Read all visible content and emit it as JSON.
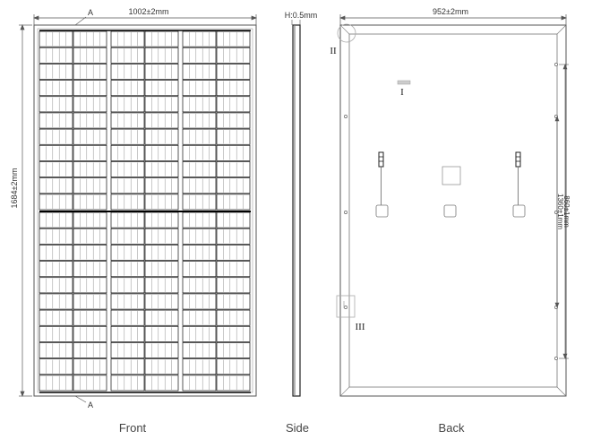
{
  "views": {
    "front": {
      "label": "Front",
      "width_dim": "1002±2mm",
      "height_dim": "1684±2mm",
      "section_mark": "A"
    },
    "side": {
      "label": "Side",
      "thickness_dim": "H:0.5mm"
    },
    "back": {
      "label": "Back",
      "width_dim": "952±2mm",
      "mount_dim_1": "1360±1mm",
      "mount_dim_2": "860±1mm",
      "markers": [
        "II",
        "I",
        "III"
      ]
    }
  },
  "colors": {
    "line": "#333333",
    "cell_line": "#111111",
    "frame": "#555555"
  },
  "panel": {
    "cell_columns": 6,
    "cell_rows_per_half": 11
  }
}
